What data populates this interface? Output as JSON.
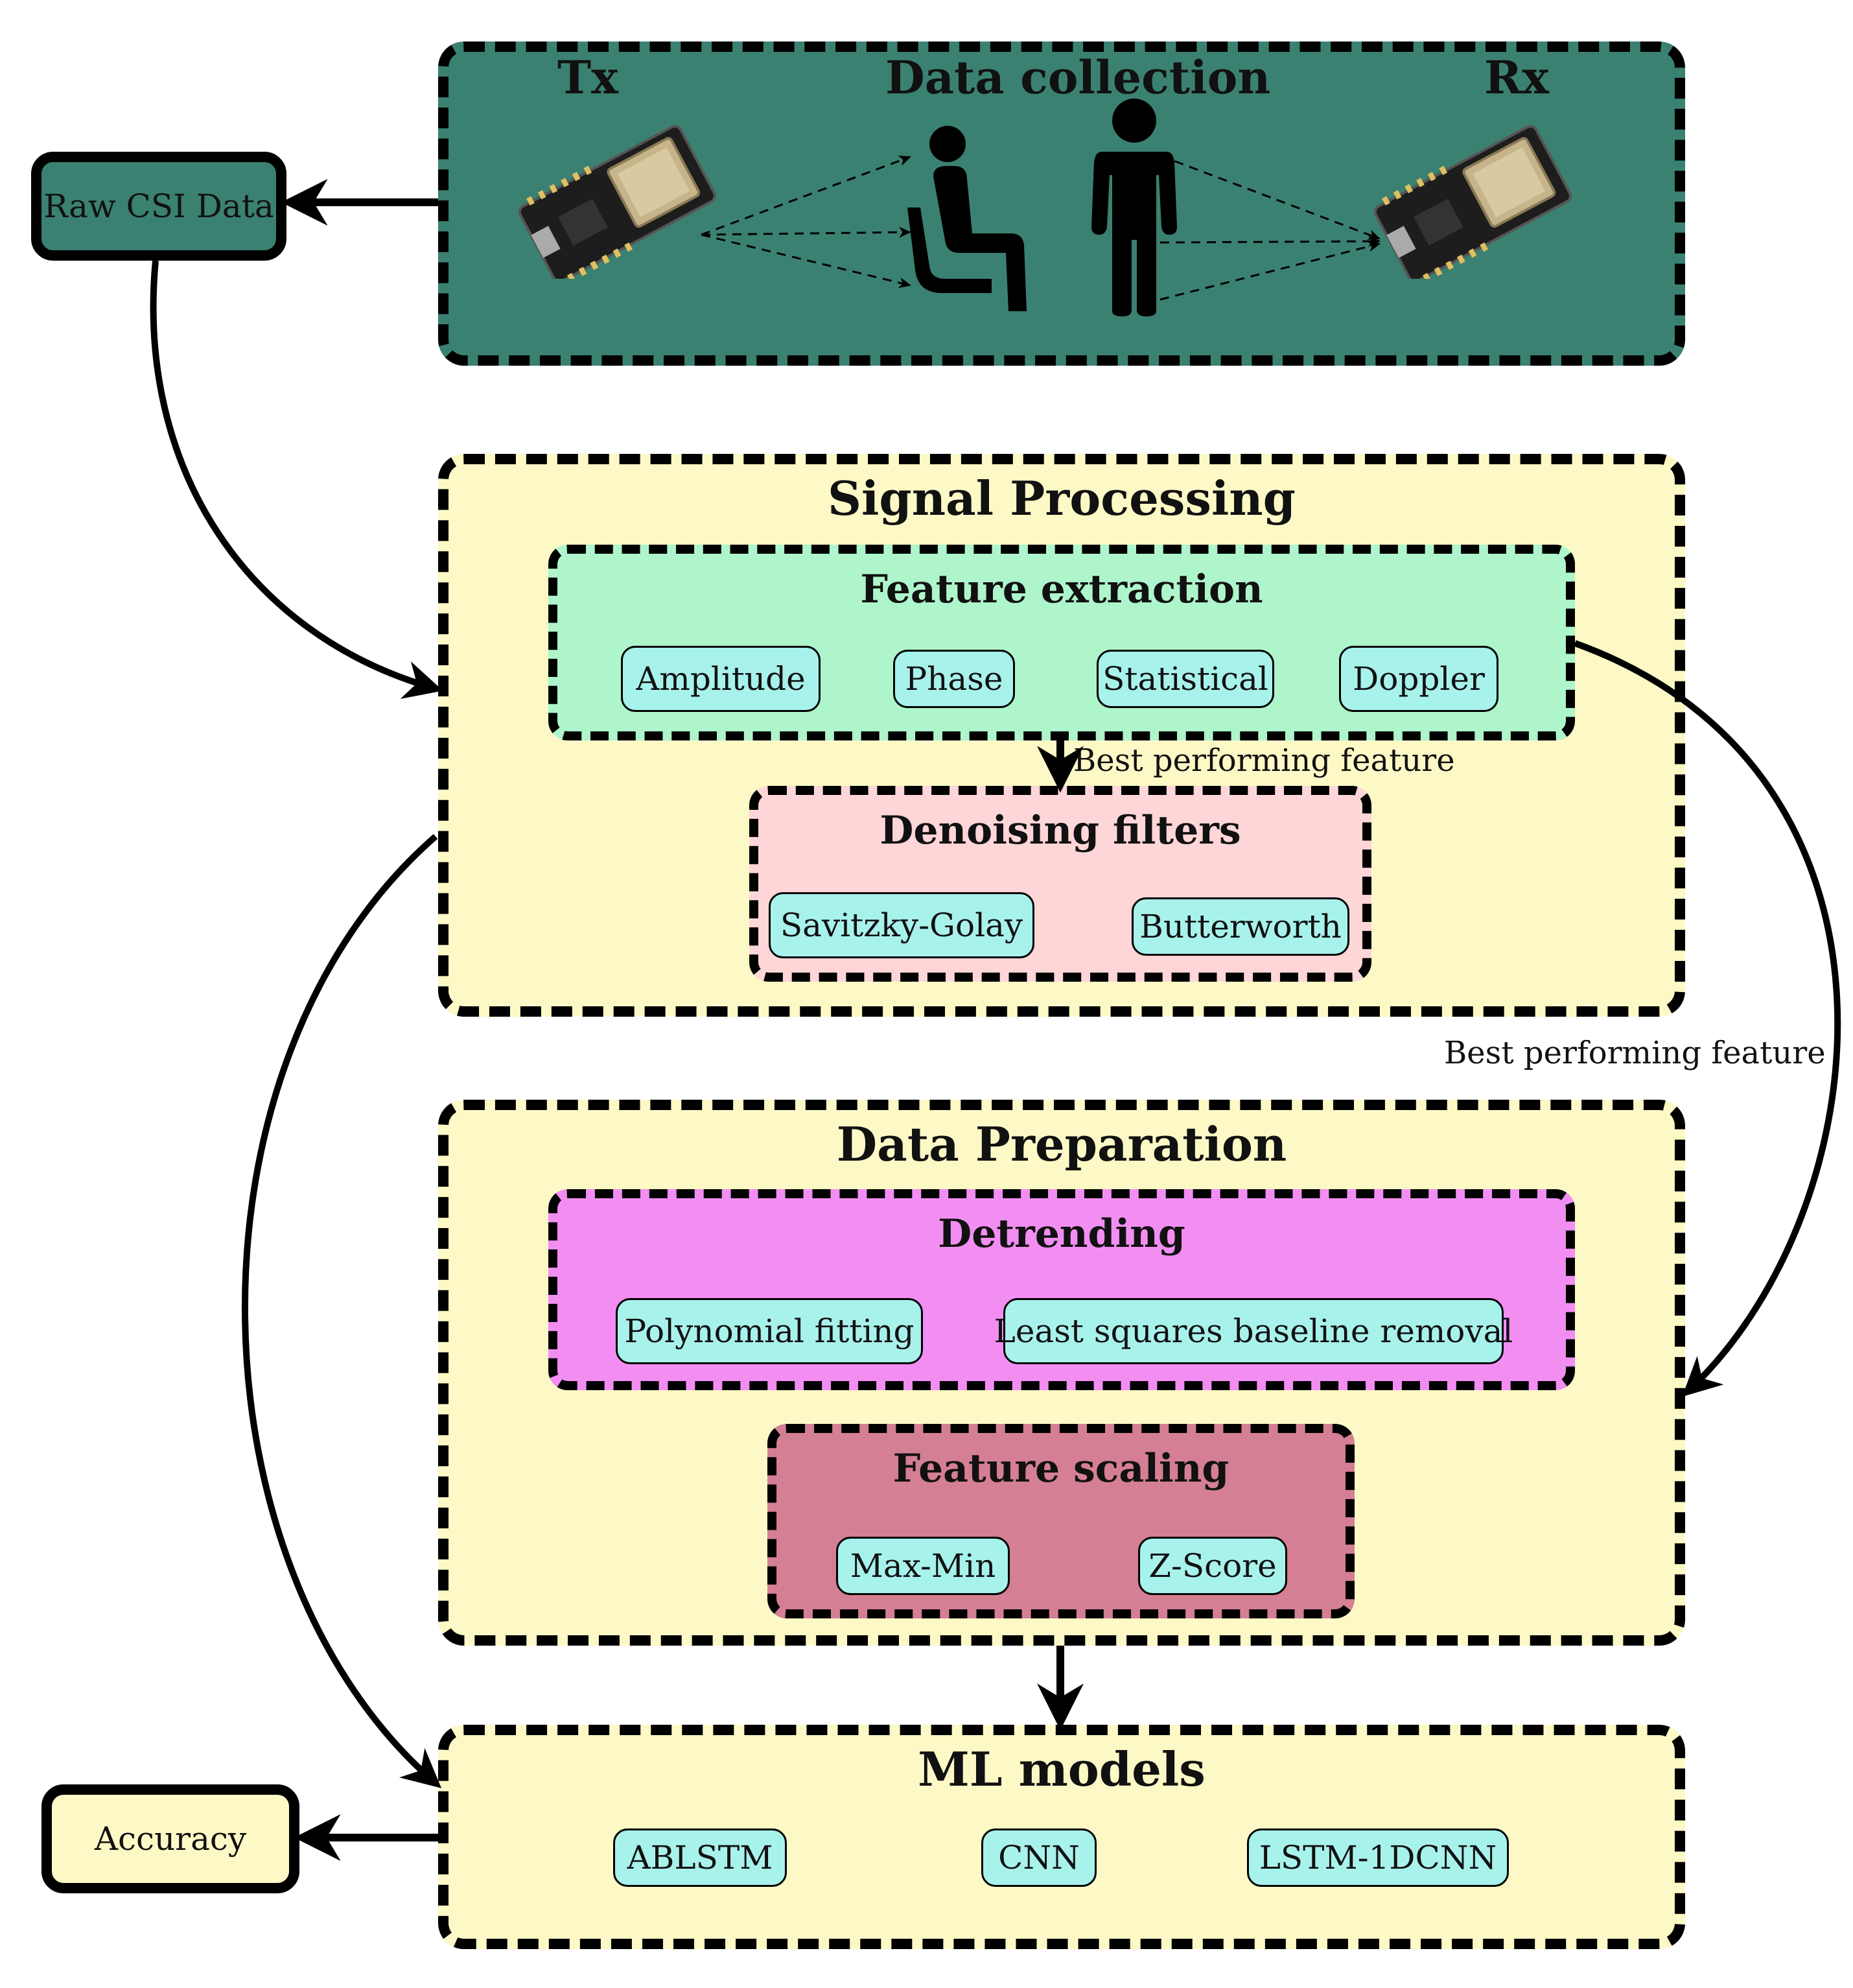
{
  "colors": {
    "data_collection_bg": "#3b8171",
    "stage_bg": "#fdf9c6",
    "feature_extraction_bg": "#aef5cb",
    "denoising_bg": "#ffd6d8",
    "detrending_bg": "#f28ef2",
    "feature_scaling_bg": "#d47f93",
    "chip_bg": "#a8f2ec",
    "raw_csi_bg": "#3b8171",
    "accuracy_bg": "#fdf9c6"
  },
  "data_collection": {
    "title": "Data collection",
    "tx_label": "Tx",
    "rx_label": "Rx",
    "icons": [
      "esp32-board-icon",
      "seated-person-icon",
      "standing-person-icon",
      "esp32-board-icon"
    ]
  },
  "raw_csi": {
    "label": "Raw CSI Data"
  },
  "signal_processing": {
    "title": "Signal Processing",
    "feature_extraction": {
      "title": "Feature extraction",
      "chips": [
        "Amplitude",
        "Phase",
        "Statistical",
        "Doppler"
      ]
    },
    "arrow_note": "Best performing feature",
    "denoising": {
      "title": "Denoising filters",
      "chips": [
        "Savitzky-Golay",
        "Butterworth"
      ]
    }
  },
  "side_note": "Best performing feature",
  "data_preparation": {
    "title": "Data Preparation",
    "detrending": {
      "title": "Detrending",
      "chips": [
        "Polynomial fitting",
        "Least squares baseline removal"
      ]
    },
    "feature_scaling": {
      "title": "Feature scaling",
      "chips": [
        "Max-Min",
        "Z-Score"
      ]
    }
  },
  "ml_models": {
    "title": "ML models",
    "chips": [
      "ABLSTM",
      "CNN",
      "LSTM-1DCNN"
    ]
  },
  "accuracy": {
    "label": "Accuracy"
  }
}
